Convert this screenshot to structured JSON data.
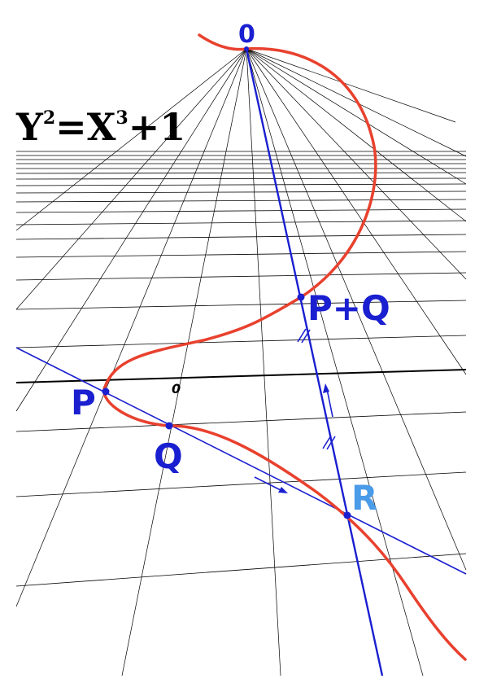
{
  "equation": {
    "lhs": "Y",
    "lhs_exp": "2",
    "eq": "=",
    "x": "X",
    "x_exp": "3",
    "rest": "+1"
  },
  "labels": {
    "infinity": "0",
    "origin": "0",
    "p": "P",
    "q": "Q",
    "r": "R",
    "sum": "P+Q"
  },
  "colors": {
    "curve": "#e8412e",
    "line": "#1a1fd0",
    "text_blue": "#1a1fd0",
    "r_label": "#4a9be8",
    "grid": "#000000"
  }
}
